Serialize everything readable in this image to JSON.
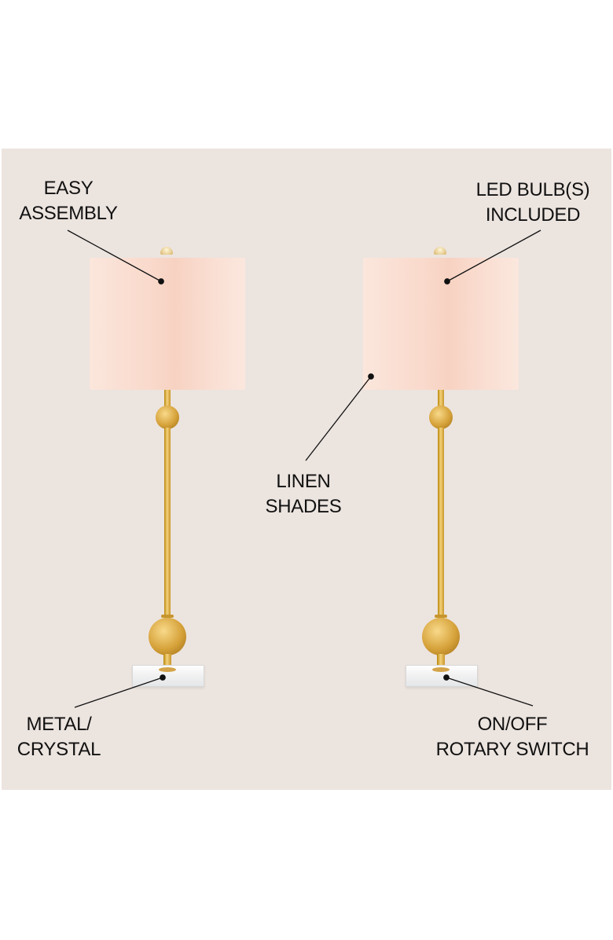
{
  "colors": {
    "page_background": "#ffffff",
    "panel_background": "#ece4df",
    "shade": "#f9dccf",
    "brass": "#d6a23a",
    "text": "#111111"
  },
  "callouts": {
    "easy_assembly": {
      "line1": "EASY",
      "line2": "ASSEMBLY"
    },
    "led_bulbs": {
      "line1": "LED BULB(S)",
      "line2": "INCLUDED"
    },
    "linen_shades": {
      "line1": "LINEN",
      "line2": "SHADES"
    },
    "metal_crystal": {
      "line1": "METAL/",
      "line2": "CRYSTAL"
    },
    "rotary_switch": {
      "line1": "ON/OFF",
      "line2": "ROTARY SWITCH"
    }
  },
  "product": {
    "lamps": [
      {
        "name": "left-lamp",
        "shade": "linen drum shade",
        "body": "brass metal",
        "base": "crystal"
      },
      {
        "name": "right-lamp",
        "shade": "linen drum shade",
        "body": "brass metal",
        "base": "crystal"
      }
    ]
  }
}
